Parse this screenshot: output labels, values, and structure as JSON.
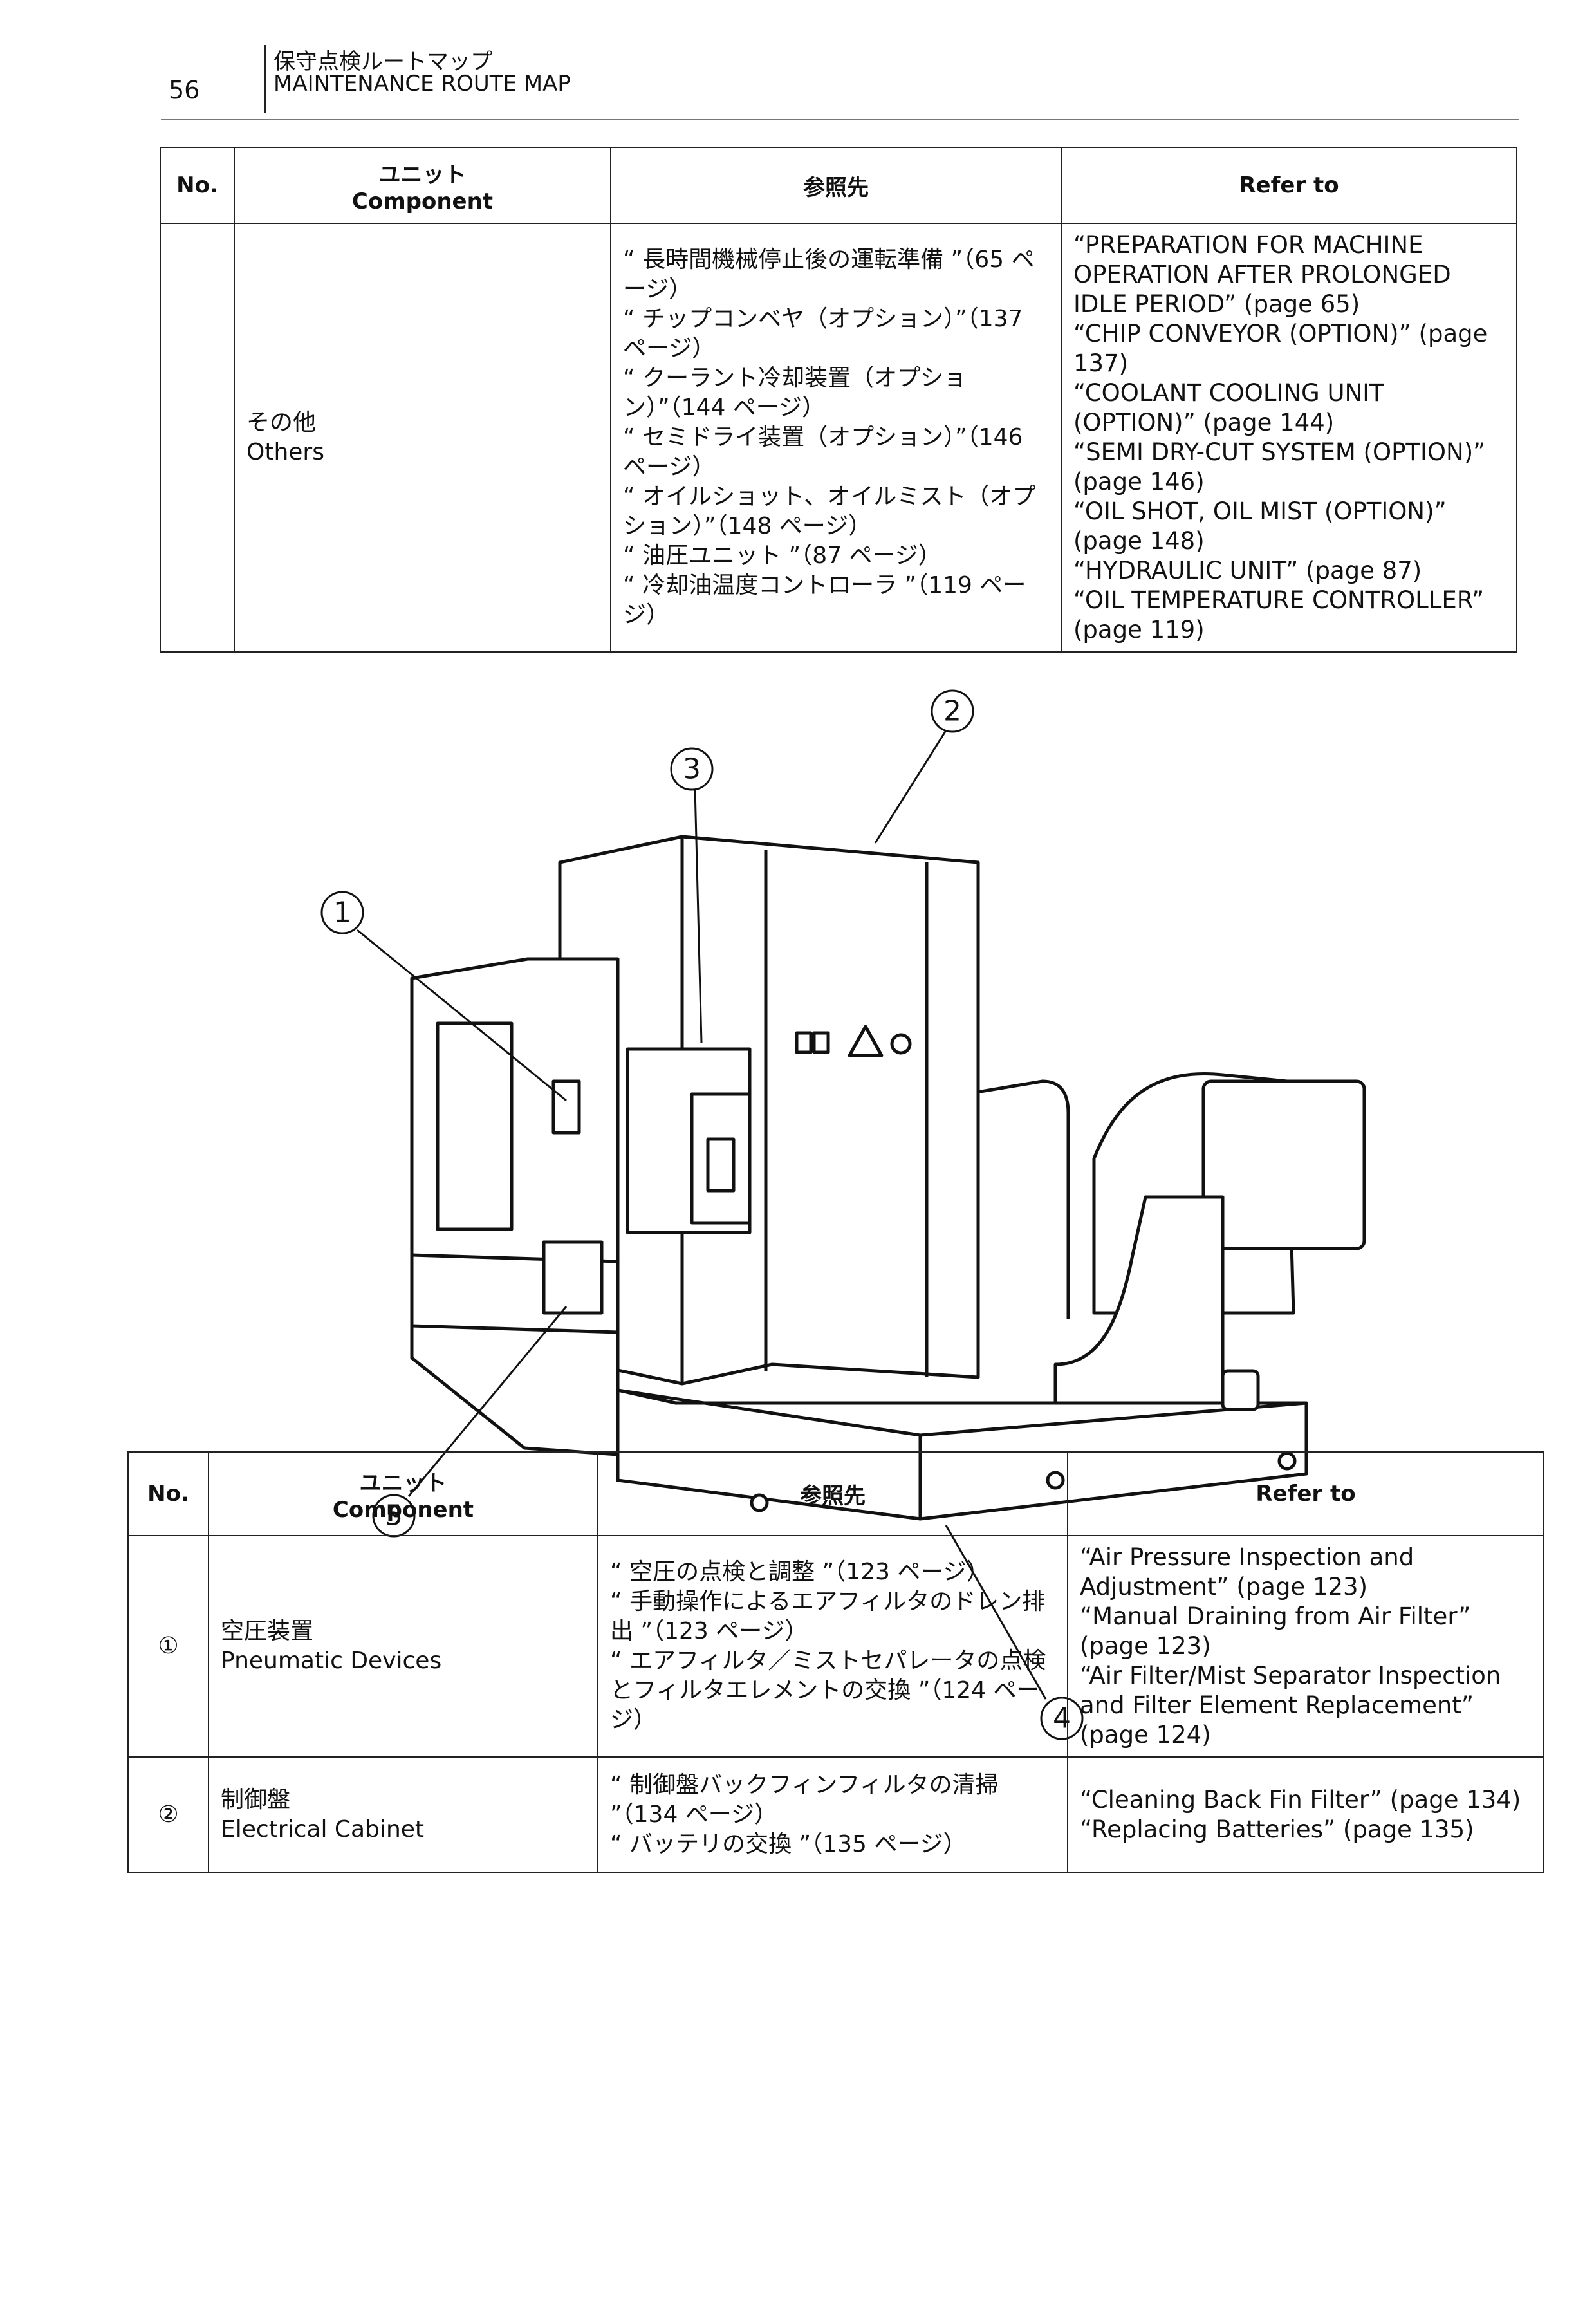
{
  "header": {
    "page_number": "56",
    "title_jp": "保守点検ルートマップ",
    "title_en": "MAINTENANCE ROUTE MAP"
  },
  "columns": {
    "no": "No.",
    "component_jp": "ユニット",
    "component_en": "Component",
    "ref_jp": "参照先",
    "ref_en": "Refer to"
  },
  "table_top": {
    "row": {
      "no": "",
      "component_jp": "その他",
      "component_en": "Others",
      "ref_jp": [
        "“ 長時間機械停止後の運転準備 ”（65 ページ）",
        "“ チップコンベヤ（オプション）”（137 ページ）",
        "“ クーラント冷却装置（オプション）”（144 ページ）",
        "“ セミドライ装置（オプション）”（146 ページ）",
        "“ オイルショット、オイルミスト（オプション）”（148 ページ）",
        "“ 油圧ユニット ”（87 ページ）",
        "“ 冷却油温度コントローラ ”（119 ページ）"
      ],
      "ref_en": [
        "“PREPARATION FOR MACHINE OPERATION AFTER PROLONGED IDLE PERIOD” (page 65)",
        "“CHIP CONVEYOR (OPTION)” (page 137)",
        "“COOLANT COOLING UNIT (OPTION)” (page 144)",
        "“SEMI DRY-CUT SYSTEM (OPTION)” (page 146)",
        "“OIL SHOT, OIL MIST (OPTION)” (page 148)",
        "“HYDRAULIC UNIT” (page 87)",
        "“OIL TEMPERATURE CONTROLLER” (page 119)"
      ]
    }
  },
  "diagram": {
    "callouts": [
      "1",
      "2",
      "3",
      "4",
      "5"
    ]
  },
  "table_bottom": {
    "rows": [
      {
        "no": "①",
        "component_jp": "空圧装置",
        "component_en": "Pneumatic Devices",
        "ref_jp": [
          "“ 空圧の点検と調整 ”（123 ページ）",
          "“ 手動操作によるエアフィルタのドレン排出 ”（123 ページ）",
          "“ エアフィルタ／ミストセパレータの点検とフィルタエレメントの交換 ”（124 ページ）"
        ],
        "ref_en": [
          "“Air Pressure Inspection and Adjustment” (page 123)",
          "“Manual Draining from Air Filter” (page 123)",
          "“Air Filter/Mist Separator Inspection and Filter Element Replacement” (page 124)"
        ]
      },
      {
        "no": "②",
        "component_jp": "制御盤",
        "component_en": "Electrical Cabinet",
        "ref_jp": [
          "“ 制御盤バックフィンフィルタの清掃 ”（134 ページ）",
          "“ バッテリの交換 ”（135 ページ）"
        ],
        "ref_en": [
          "“Cleaning Back Fin Filter” (page 134)",
          "“Replacing Batteries” (page 135)"
        ]
      }
    ]
  }
}
